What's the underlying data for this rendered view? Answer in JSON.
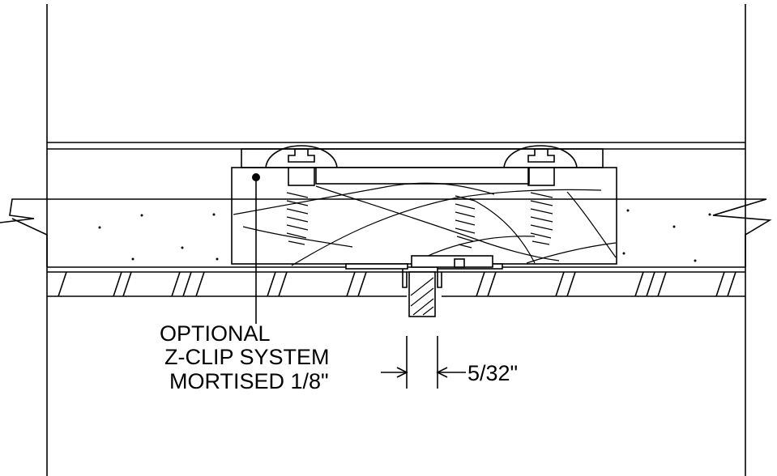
{
  "labels": {
    "callout_line1": "OPTIONAL",
    "callout_line2": "Z-CLIP SYSTEM",
    "callout_line3": "MORTISED 1/8\"",
    "gap_dimension": "5/32\""
  }
}
